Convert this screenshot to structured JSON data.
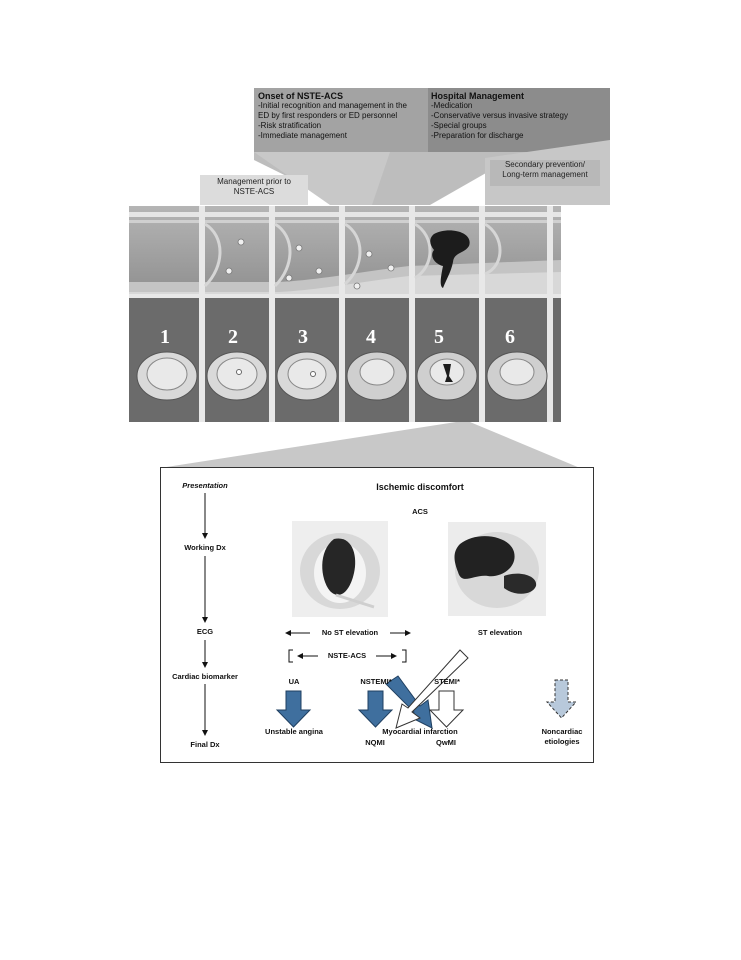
{
  "header": {
    "onset": {
      "title": "Onset of NSTE-ACS",
      "items": [
        "-Initial recognition and management in the",
        "ED by first responders or ED personnel",
        "-Risk stratification",
        "-Immediate management"
      ]
    },
    "hospital": {
      "title": "Hospital Management",
      "items": [
        "-Medication",
        "-Conservative versus invasive strategy",
        "-Special groups",
        "-Preparation for discharge"
      ]
    },
    "prior": [
      "Management prior to",
      "NSTE-ACS"
    ],
    "secondary": [
      "Secondary prevention/",
      "Long-term management"
    ]
  },
  "stages": [
    "1",
    "2",
    "3",
    "4",
    "5",
    "6"
  ],
  "flow": {
    "left_steps": [
      "Presentation",
      "Working Dx",
      "ECG",
      "Cardiac biomarker",
      "Final Dx"
    ],
    "ischemic": "Ischemic discomfort",
    "acs": "ACS",
    "no_st": "No ST elevation",
    "st": "ST elevation",
    "nste_acs": "NSTE-ACS",
    "ua": "UA",
    "nstemi": "NSTEMI*",
    "stemi": "STEMI*",
    "unstable_angina": "Unstable angina",
    "mi": "Myocardial infarction",
    "nqmi": "NQMI",
    "qwmi": "QwMI",
    "noncardiac": [
      "Noncardiac",
      "etiologies"
    ],
    "colors": {
      "blue": "#3f6f9e",
      "light_blue": "#b8c9db"
    }
  }
}
